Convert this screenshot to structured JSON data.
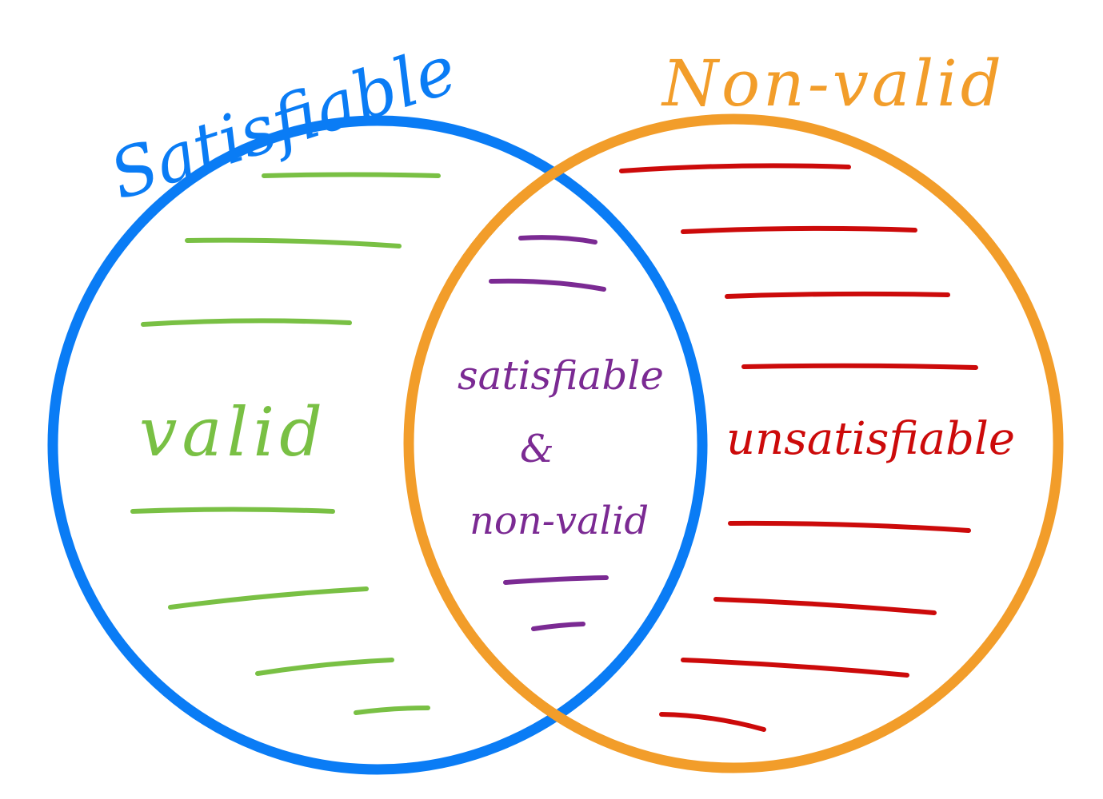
{
  "colors": {
    "satisfiable": "#0a7cf5",
    "non_valid": "#f29d2a",
    "valid": "#79c044",
    "both": "#7b2a93",
    "unsatisfiable": "#cc0a0a"
  },
  "labels": {
    "satisfiable_title": "Satisfiable",
    "non_valid_title": "Non-valid",
    "valid_region": "valid",
    "middle_line1": "satisfiable",
    "middle_line2": "&",
    "middle_line3": "non-valid",
    "unsatisfiable_region": "unsatisfiable"
  }
}
